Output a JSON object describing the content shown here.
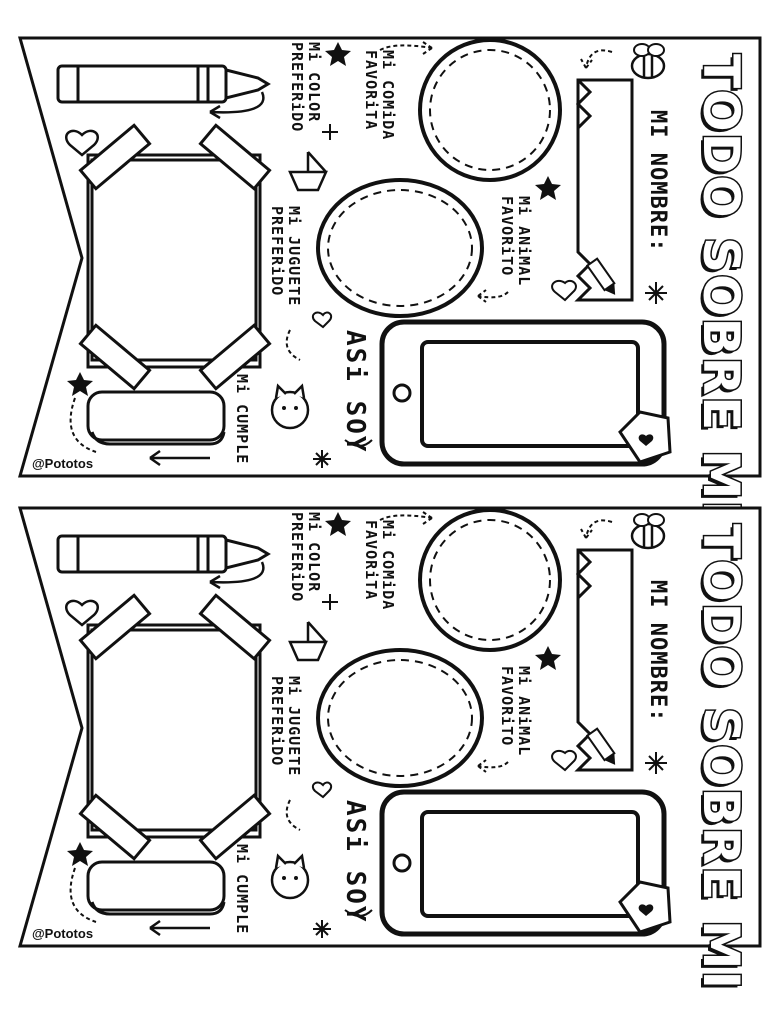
{
  "sheet": {
    "title": "TODO SOBRE MI",
    "name_label": "MI NOMBRE:",
    "food_label_line1": "Mi COMiDA",
    "food_label_line2": "FAVORiTA",
    "color_label_line1": "Mi COLOR",
    "color_label_line2": "PREFERiDO",
    "toy_label_line1": "Mi JUGUETE",
    "toy_label_line2": "PREFERiDO",
    "animal_label_line1": "Mi ANiMAL",
    "animal_label_line2": "FAVORiTO",
    "birthday_label": "Mi CUMPLE",
    "self_label": "ASi SOY",
    "credit": "@Pototos",
    "icons": [
      "crayon-icon",
      "heart-icon",
      "star-icon",
      "sparkle-icon",
      "paper-boat-icon",
      "pencil-icon",
      "bee-icon",
      "cat-icon",
      "phone-icon",
      "tape-icon",
      "arrow-icon"
    ],
    "ink_color": "#111111",
    "paper_color": "#ffffff"
  },
  "copies": 2
}
